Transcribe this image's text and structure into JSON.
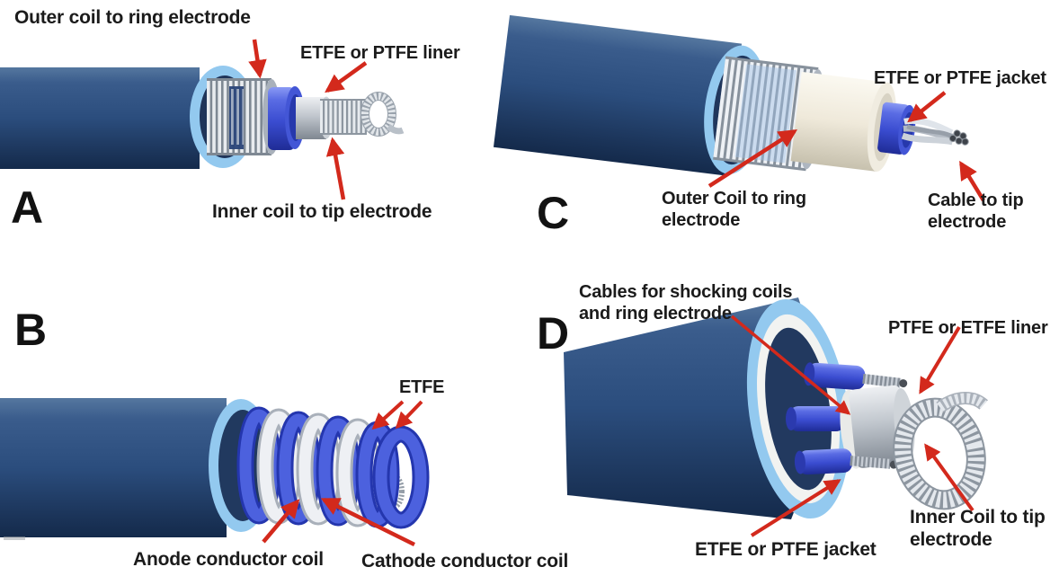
{
  "figure": {
    "colors": {
      "background": "#ffffff",
      "arrow": "#d3291c",
      "text": "#1b1b1b",
      "cable_navy": "#2b4d7d",
      "insulation_light_blue": "#93c9ef",
      "conductor_royal_blue": "#4255d4",
      "coil_silver": "#c7cdd4",
      "jacket_cream": "#f0ece0"
    },
    "panels": {
      "a": {
        "letter": "A",
        "labels": {
          "outer_coil": "Outer coil to ring electrode",
          "liner": "ETFE or PTFE liner",
          "inner_coil": "Inner coil to tip electrode"
        }
      },
      "b": {
        "letter": "B",
        "labels": {
          "etfe": "ETFE",
          "anode": "Anode conductor coil",
          "cathode": "Cathode conductor coil"
        }
      },
      "c": {
        "letter": "C",
        "labels": {
          "jacket": "ETFE or PTFE jacket",
          "outer_coil": "Outer Coil to ring\nelectrode",
          "cable_tip": "Cable to tip\nelectrode"
        }
      },
      "d": {
        "letter": "D",
        "labels": {
          "cables": "Cables for shocking coils\nand ring electrode",
          "liner": "PTFE or ETFE liner",
          "jacket": "ETFE or PTFE jacket",
          "inner_coil": "Inner Coil to tip\nelectrode"
        }
      }
    }
  }
}
